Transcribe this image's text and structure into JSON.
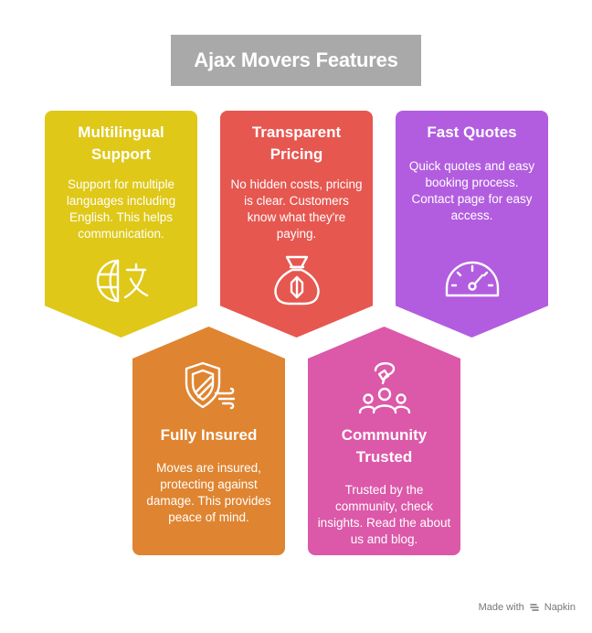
{
  "title": "Ajax Movers Features",
  "cards": [
    {
      "title": "Multilingual Support",
      "text": "Support for multiple languages including English. This helps communication.",
      "icon": "globe-language-icon",
      "color": "#dfc818"
    },
    {
      "title": "Transparent Pricing",
      "text": "No hidden costs, pricing is clear. Customers know what they're paying.",
      "icon": "money-bag-icon",
      "color": "#e65750"
    },
    {
      "title": "Fast Quotes",
      "text": "Quick quotes and easy booking process. Contact page for easy access.",
      "icon": "speedometer-icon",
      "color": "#b25de0"
    },
    {
      "title": "Fully Insured",
      "text": "Moves are insured, protecting against damage. This provides peace of mind.",
      "icon": "shield-icon",
      "color": "#df8430"
    },
    {
      "title": "Community Trusted",
      "text": "Trusted by the community, check insights. Read the about us and blog.",
      "icon": "community-icon",
      "color": "#dc58a8"
    }
  ],
  "footer": {
    "made_with": "Made with",
    "brand": "Napkin"
  }
}
